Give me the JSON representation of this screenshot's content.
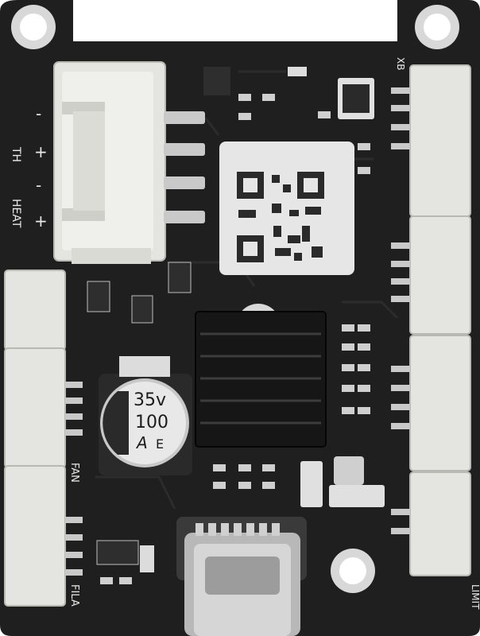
{
  "colors": {
    "pcb": "#1f1f1f",
    "pcb_edge": "#141414",
    "connector": "#e4e4e0",
    "pad": "#c9c9c9",
    "heatsink": "#161616",
    "label": "#e6e6e6"
  },
  "silkscreen": {
    "th_label": "TH",
    "heat_label": "HEAT",
    "minus_1": "-",
    "plus_1": "+",
    "minus_2": "-",
    "plus_2": "+",
    "fan_label": "FAN",
    "filament_label": "FILA",
    "limit_label": "LIMIT",
    "xb_label": "XB"
  },
  "capacitor": {
    "voltage": "35v",
    "capacitance": "100",
    "mark": "A",
    "series": "E"
  }
}
